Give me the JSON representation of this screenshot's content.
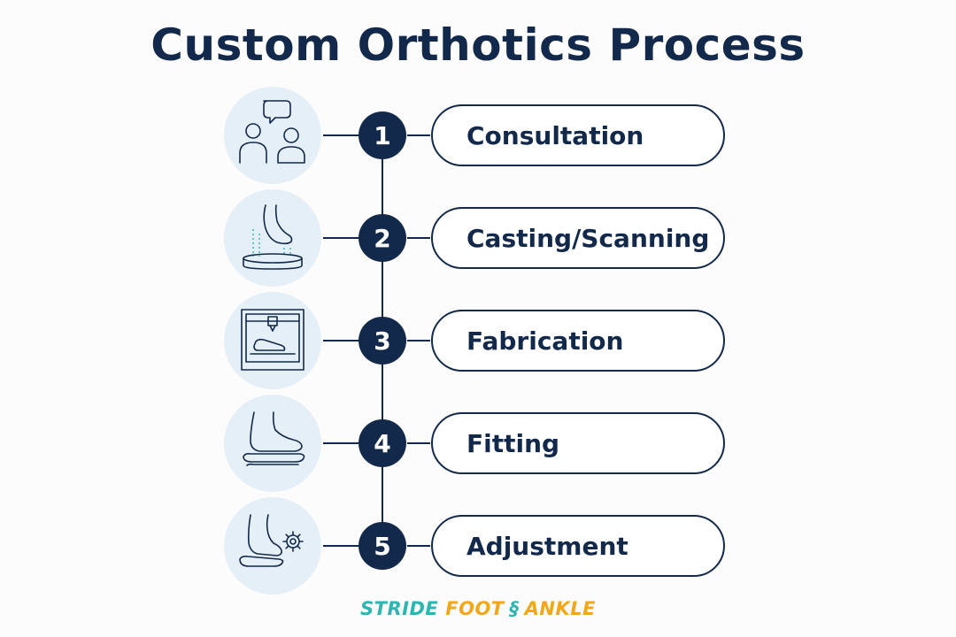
{
  "title": "Custom Orthotics Process",
  "steps": [
    {
      "number": "1",
      "label": "Consultation",
      "icon": "consultation-icon"
    },
    {
      "number": "2",
      "label": "Casting/Scanning",
      "icon": "foot-scan-icon"
    },
    {
      "number": "3",
      "label": "Fabrication",
      "icon": "3d-printer-icon"
    },
    {
      "number": "4",
      "label": "Fitting",
      "icon": "foot-insole-icon"
    },
    {
      "number": "5",
      "label": "Adjustment",
      "icon": "foot-gear-icon"
    }
  ],
  "brand": {
    "word1": "STRIDE",
    "word2": "FOOT",
    "symbol": "§",
    "word3": "ANKLE"
  },
  "colors": {
    "navy": "#13294b",
    "icon_bg": "#e5eff7",
    "brand_teal": "#2fb5b0",
    "brand_orange": "#f2a71b"
  }
}
